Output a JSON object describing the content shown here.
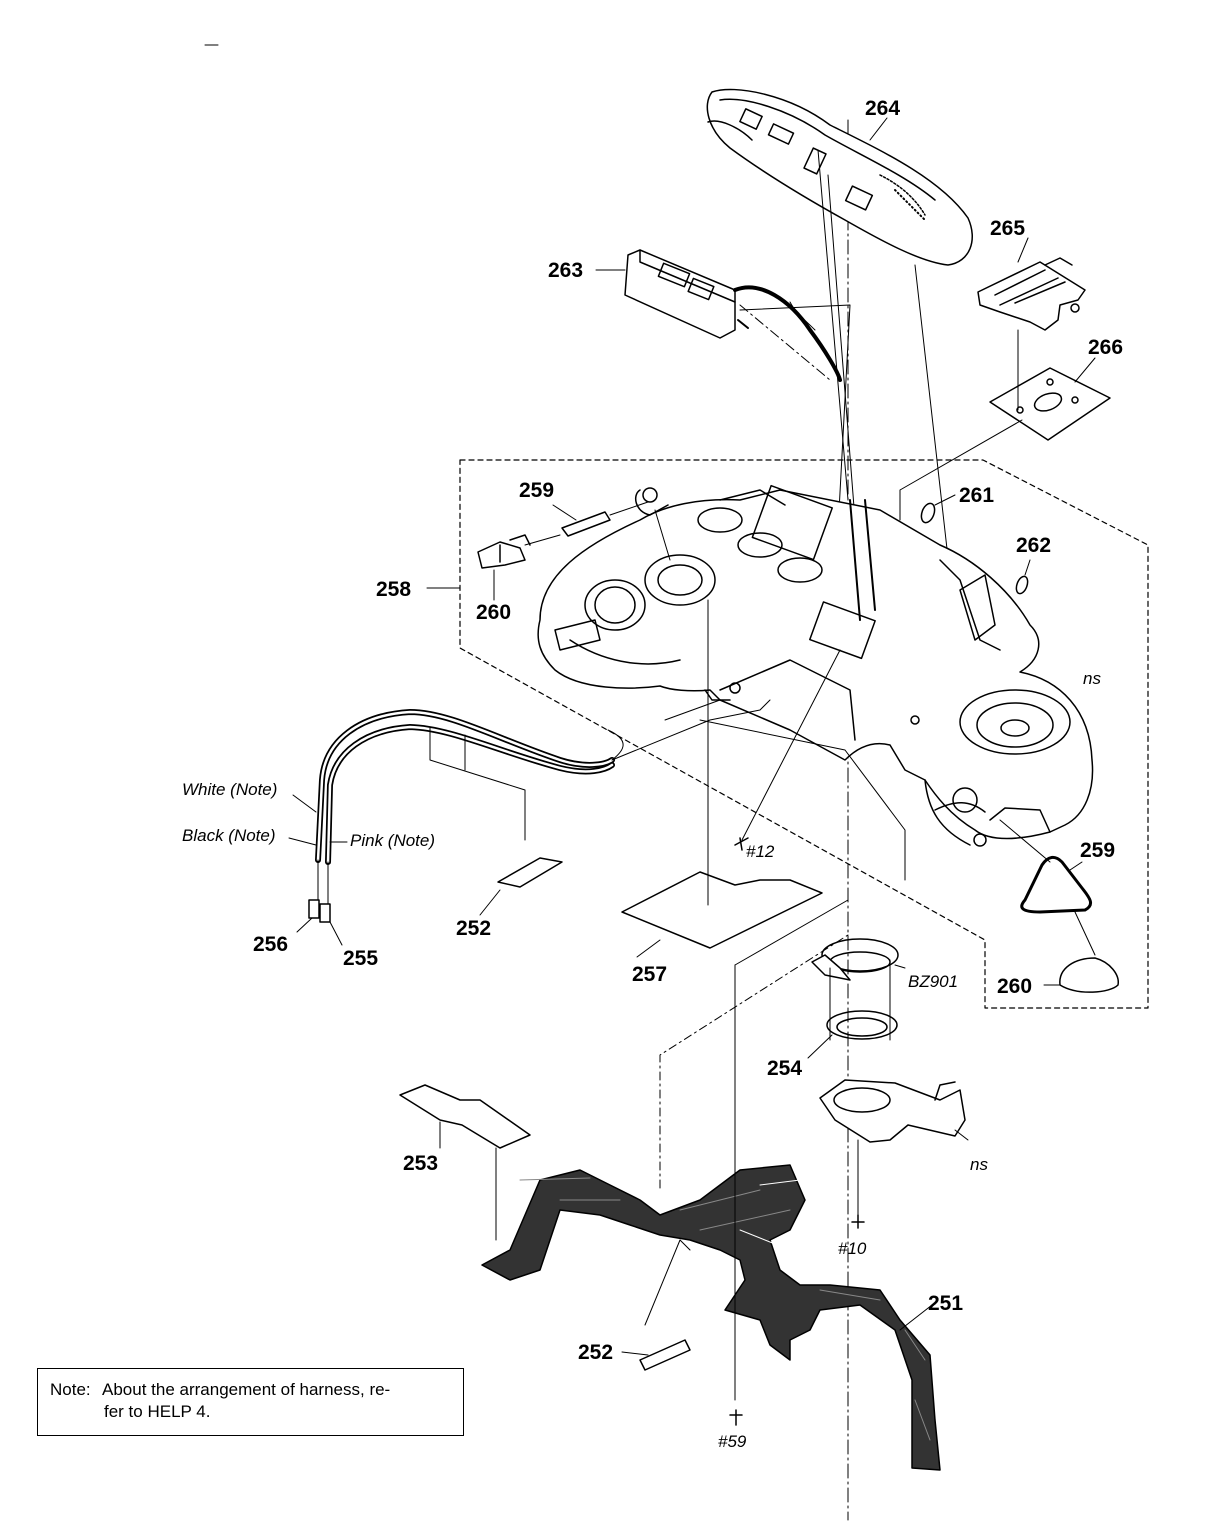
{
  "labels": {
    "p264": "264",
    "p265": "265",
    "p263": "263",
    "p266": "266",
    "p259a": "259",
    "p261": "261",
    "p262": "262",
    "p258": "258",
    "p260a": "260",
    "ns_top": "ns",
    "white_note": "White (Note)",
    "black_note": "Black (Note)",
    "pink_note": "Pink (Note)",
    "s12": "#12",
    "p259b": "259",
    "p256": "256",
    "p255": "255",
    "p252a": "252",
    "p257": "257",
    "bz901": "BZ901",
    "p260b": "260",
    "p254": "254",
    "p253": "253",
    "ns_bottom": "ns",
    "s10": "#10",
    "p251": "251",
    "p252b": "252",
    "s59": "#59"
  },
  "note": {
    "prefix": "Note:",
    "line1": "About the arrangement of harness, re-",
    "line2": "fer to HELP 4."
  }
}
